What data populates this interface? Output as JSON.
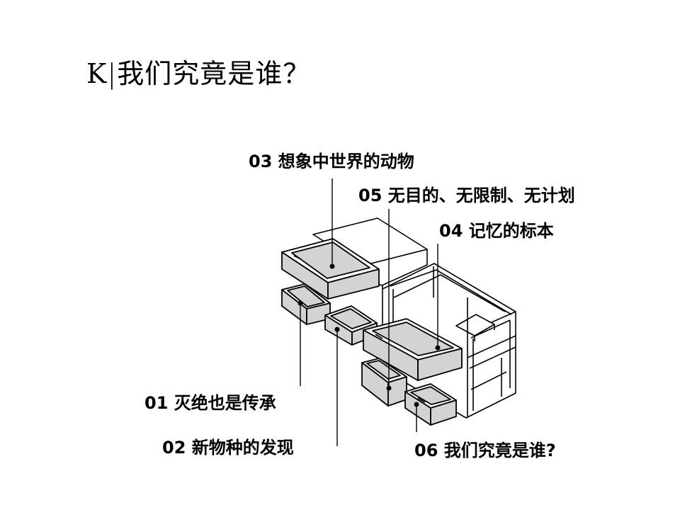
{
  "title": {
    "prefix": "K",
    "text": "我们究竟是谁？"
  },
  "labels": {
    "l01": "01 灭绝也是传承",
    "l02": "02 新物种的发现",
    "l03": "03 想象中世界的动物",
    "l04": "04 记忆的标本",
    "l05": "05 无目的、无限制、无计划",
    "l06": "06 我们究竟是谁?"
  },
  "colors": {
    "drawer_fill": "#d3d3d3",
    "line": "#000000",
    "background": "#ffffff"
  }
}
